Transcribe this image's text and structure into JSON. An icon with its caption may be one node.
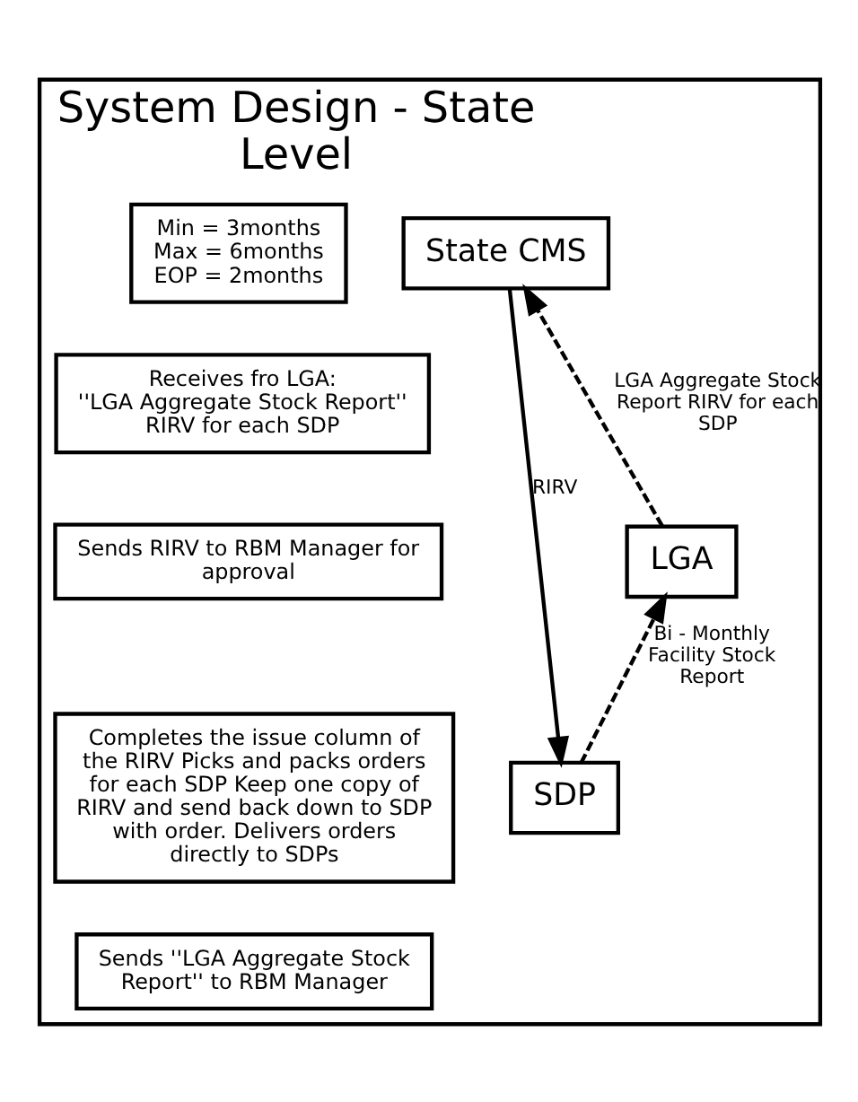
{
  "diagram": {
    "nodes": [
      {
        "text": [
          "System Design - State Level"
        ]
      },
      {
        "text": [
          "State CMS"
        ],
        "in": 0
      },
      {
        "text": [
          "Min = 3months Max = 6months EOP = 2months"
        ],
        "in": 0
      },
      {
        "text": [
          "Receives fro LGA:",
          "''LGA Aggregate Stock Report''",
          "RIRV for each SDP"
        ],
        "in": 0
      },
      {
        "text": [
          "LGA"
        ],
        "in": 0
      },
      {
        "text": [
          "Sends RIRV to RBM Manager for approval"
        ],
        "in": 0
      },
      {
        "text": [
          "Completes the issue column of the RIRV Picks and packs orders for each SDP Keep one copy of RIRV and send back down to SDP with order. Delivers orders directly to SDPs"
        ],
        "in": 0
      },
      {
        "text": [
          "SDP"
        ],
        "in": 0
      },
      {
        "text": [
          "Sends ''LGA Aggregate Stock Report'' to RBM Manager"
        ],
        "in": 0
      }
    ],
    "edges": [
      {
        "from": 7,
        "to": 4,
        "arrow": "to",
        "style": "dashed",
        "label": "Bi - Monthly Facility Stock Report"
      },
      {
        "from": 4,
        "to": 1,
        "arrow": "to",
        "style": "dashed",
        "label": "LGA Aggregate Stock Report RIRV for each SDP"
      },
      {
        "from": 1,
        "to": 7,
        "arrow": "to",
        "label": "RIRV"
      }
    ]
  }
}
